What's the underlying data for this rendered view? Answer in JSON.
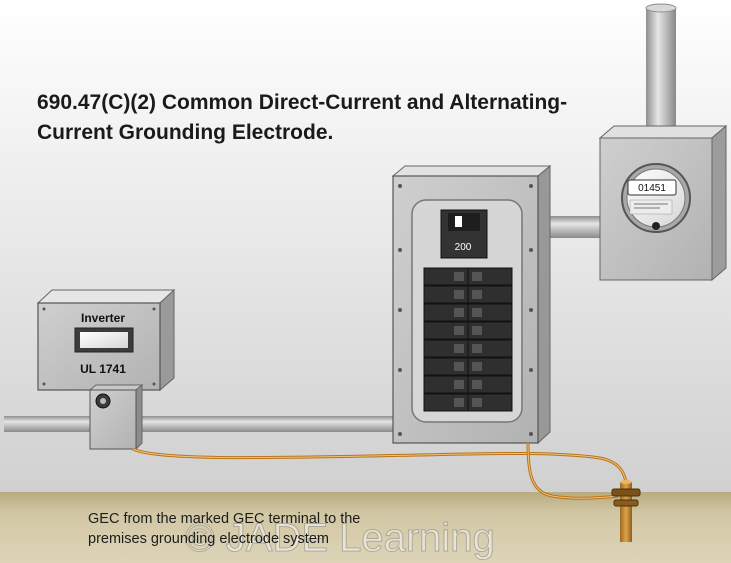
{
  "title": {
    "line1": "690.47(C)(2) Common Direct-Current and Alternating-",
    "line2": "Current Grounding Electrode."
  },
  "inverter": {
    "label": "Inverter",
    "listing": "UL 1741"
  },
  "panel": {
    "main_breaker_rating": "200"
  },
  "meter": {
    "reading": "01451"
  },
  "caption": {
    "line1": "GEC from the marked GEC terminal to the",
    "line2": "premises grounding electrode system"
  },
  "watermark": "© JADE Learning",
  "colors": {
    "wall_top": "#ffffff",
    "wall_bottom": "#d2d2d2",
    "ground": "#c8bb95",
    "metal": "#bcbcbc",
    "metal_dark": "#7a7a7a",
    "breaker": "#3a3a3a",
    "copper": "#c98a28"
  }
}
